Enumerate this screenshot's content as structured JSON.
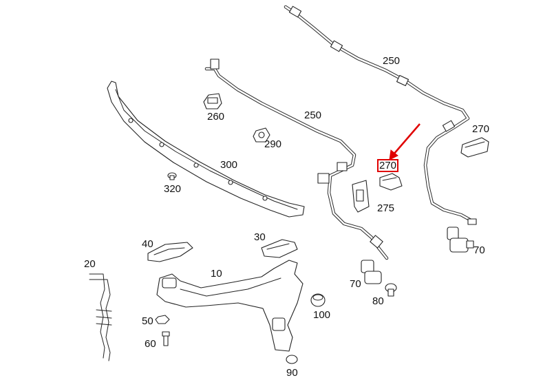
{
  "diagram": {
    "callouts": [
      {
        "id": "250a",
        "text": "250"
      },
      {
        "id": "250b",
        "text": "250"
      },
      {
        "id": "260",
        "text": "260"
      },
      {
        "id": "290",
        "text": "290"
      },
      {
        "id": "270a",
        "text": "270"
      },
      {
        "id": "270b",
        "text": "270"
      },
      {
        "id": "275",
        "text": "275"
      },
      {
        "id": "300",
        "text": "300"
      },
      {
        "id": "320",
        "text": "320"
      },
      {
        "id": "40",
        "text": "40"
      },
      {
        "id": "30",
        "text": "30"
      },
      {
        "id": "20",
        "text": "20"
      },
      {
        "id": "10",
        "text": "10"
      },
      {
        "id": "70a",
        "text": "70"
      },
      {
        "id": "70b",
        "text": "70"
      },
      {
        "id": "80",
        "text": "80"
      },
      {
        "id": "100",
        "text": "100"
      },
      {
        "id": "50",
        "text": "50"
      },
      {
        "id": "60",
        "text": "60"
      },
      {
        "id": "90",
        "text": "90"
      }
    ],
    "highlight_color": "#e00000",
    "highlighted_part": "270"
  }
}
